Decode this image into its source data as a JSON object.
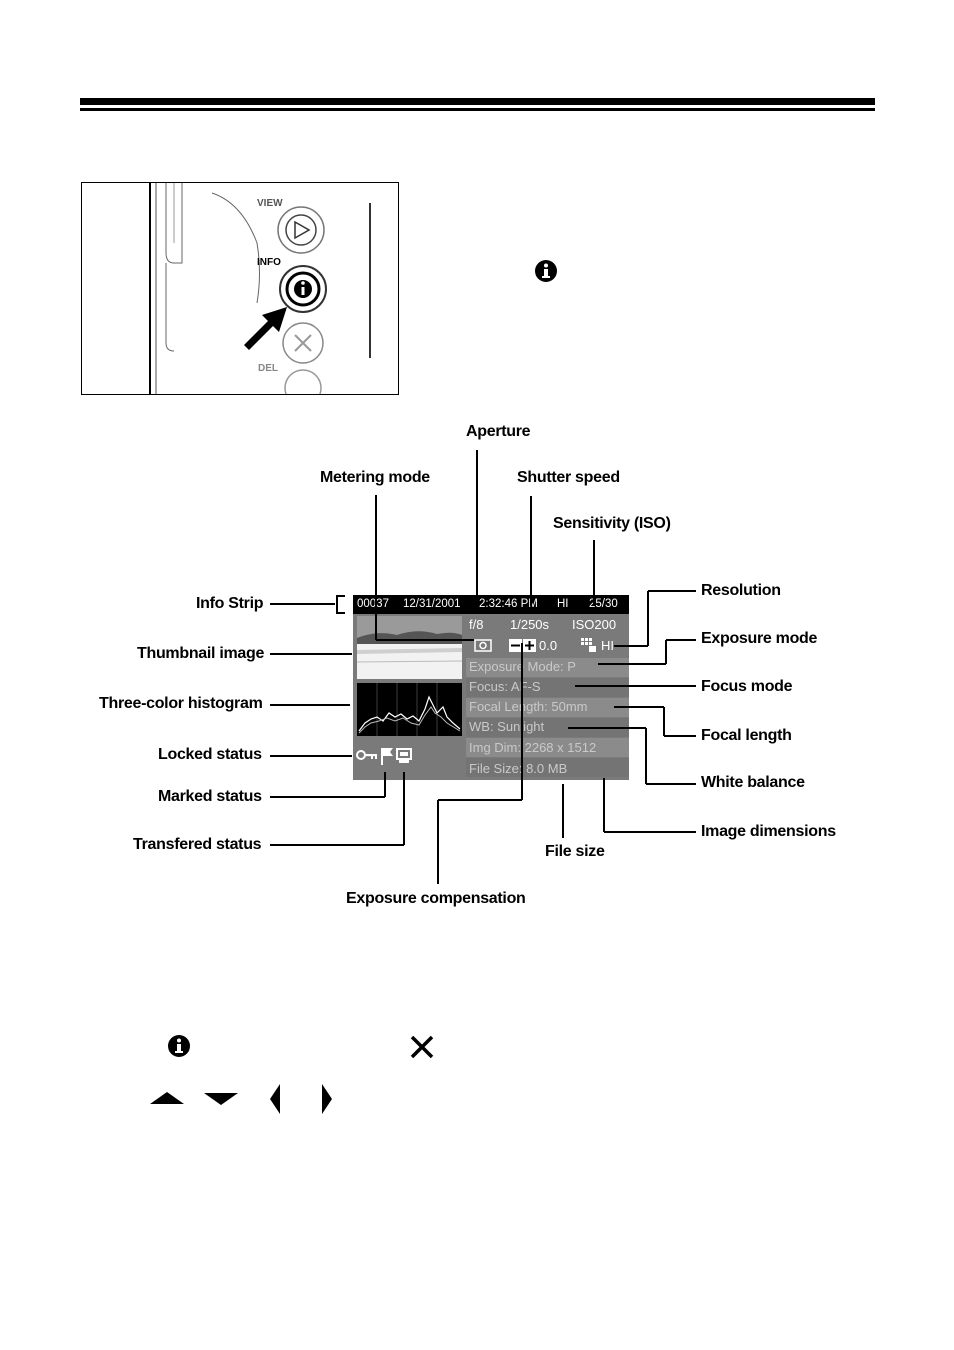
{
  "camera_photo": {
    "labels": {
      "view": "VIEW",
      "info": "INFO",
      "del": "DEL"
    }
  },
  "info_screen": {
    "strip": {
      "image_number": "00037",
      "date": "12/31/2001",
      "time": "2:32:46 PM",
      "quality": "HI",
      "count": "25/30"
    },
    "aperture": "f/8",
    "shutter": "1/250s",
    "iso": "ISO200",
    "exposure_comp": "0.0",
    "resolution": "HI",
    "exposure_mode": "Exposure Mode: P",
    "focus": "Focus: AF-S",
    "focal_length": "Focal Length: 50mm",
    "white_balance": "WB: Sunlight",
    "img_dim": "Img Dim: 2268 x 1512",
    "file_size": "File Size: 8.0 MB"
  },
  "callouts": {
    "aperture": "Aperture",
    "metering_mode": "Metering mode",
    "shutter_speed": "Shutter speed",
    "sensitivity": "Sensitivity (ISO)",
    "info_strip": "Info Strip",
    "thumbnail": "Thumbnail image",
    "histogram": "Three-color histogram",
    "locked": "Locked status",
    "marked": "Marked status",
    "transfered": "Transfered status",
    "resolution": "Resolution",
    "exposure_mode": "Exposure mode",
    "focus_mode": "Focus mode",
    "focal_length": "Focal length",
    "white_balance": "White balance",
    "image_dimensions": "Image dimensions",
    "file_size": "File size",
    "exposure_compensation": "Exposure compensation"
  },
  "icons": [
    "info-icon",
    "close-x-icon",
    "arrow-up-icon",
    "arrow-down-icon",
    "arrow-left-icon",
    "arrow-right-icon",
    "key-lock-icon",
    "flag-icon",
    "transfer-icon",
    "metering-icon"
  ]
}
